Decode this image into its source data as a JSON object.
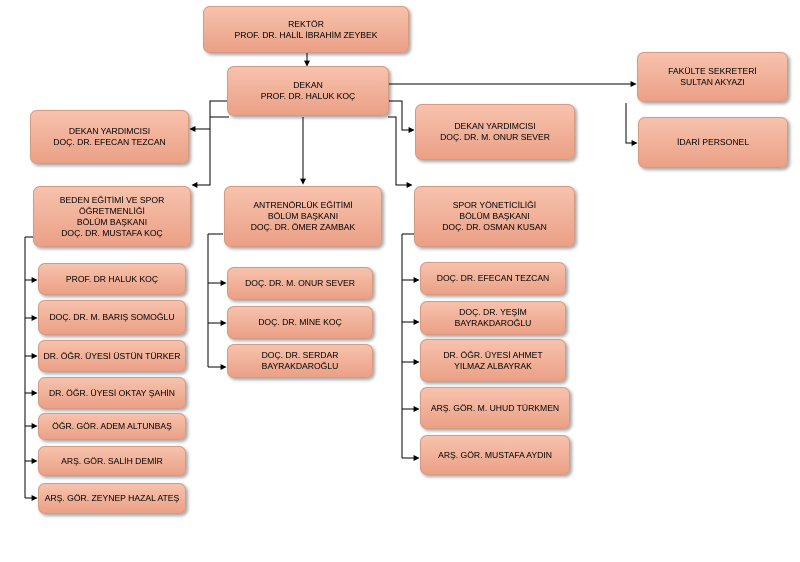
{
  "nodes": {
    "rektor": [
      "REKTÖR",
      "PROF. DR. HALİL İBRAHİM ZEYBEK"
    ],
    "dekan": [
      "DEKAN",
      "PROF. DR. HALUK KOÇ"
    ],
    "fakulte_sekreteri": [
      "FAKÜLTE SEKRETERİ",
      "SULTAN AKYAZI"
    ],
    "idari_personel": [
      "İDARİ PERSONEL"
    ],
    "dekan_yard_1": [
      "DEKAN YARDIMCISI",
      "DOÇ. DR. EFECAN TEZCAN"
    ],
    "dekan_yard_2": [
      "DEKAN YARDIMCISI",
      "DOÇ. DR. M. ONUR SEVER"
    ],
    "bolum_bes": [
      "BEDEN EĞİTİMİ VE SPOR",
      "ÖĞRETMENLİĞİ",
      "BÖLÜM BAŞKANI",
      "DOÇ. DR. MUSTAFA KOÇ"
    ],
    "bolum_antrenorluk": [
      "ANTRENÖRLÜK EĞİTİMİ",
      "BÖLÜM BAŞKANI",
      "DOÇ. DR. ÖMER ZAMBAK"
    ],
    "bolum_spor_yon": [
      "SPOR YÖNETİCİLİĞİ",
      "BÖLÜM BAŞKANI",
      "DOÇ. DR. OSMAN KUSAN"
    ],
    "bes_members": [
      [
        "PROF. DR HALUK KOÇ"
      ],
      [
        "DOÇ. DR. M. BARIŞ SOMOĞLU"
      ],
      [
        "DR. ÖĞR. ÜYESİ ÜSTÜN TÜRKER"
      ],
      [
        "DR. ÖĞR. ÜYESİ OKTAY ŞAHİN"
      ],
      [
        "ÖĞR. GÖR. ADEM ALTUNBAŞ"
      ],
      [
        "ARŞ. GÖR. SALİH DEMİR"
      ],
      [
        "ARŞ. GÖR. ZEYNEP HAZAL ATEŞ"
      ]
    ],
    "antrenorluk_members": [
      [
        "DOÇ. DR. M. ONUR SEVER"
      ],
      [
        "DOÇ. DR. MİNE KOÇ"
      ],
      [
        "DOÇ. DR. SERDAR",
        "BAYRAKDAROĞLU"
      ]
    ],
    "spor_yon_members": [
      [
        "DOÇ. DR. EFECAN TEZCAN"
      ],
      [
        "DOÇ. DR. YEŞİM",
        "BAYRAKDAROĞLU"
      ],
      [
        "DR. ÖĞR. ÜYESİ AHMET",
        "YILMAZ ALBAYRAK"
      ],
      [
        "ARŞ. GÖR. M. UHUD TÜRKMEN"
      ],
      [
        "ARŞ. GÖR. MUSTAFA AYDIN"
      ]
    ]
  },
  "colors": {
    "box_top": "#f7c2ad",
    "box_bottom": "#eba086",
    "line": "#000000"
  }
}
